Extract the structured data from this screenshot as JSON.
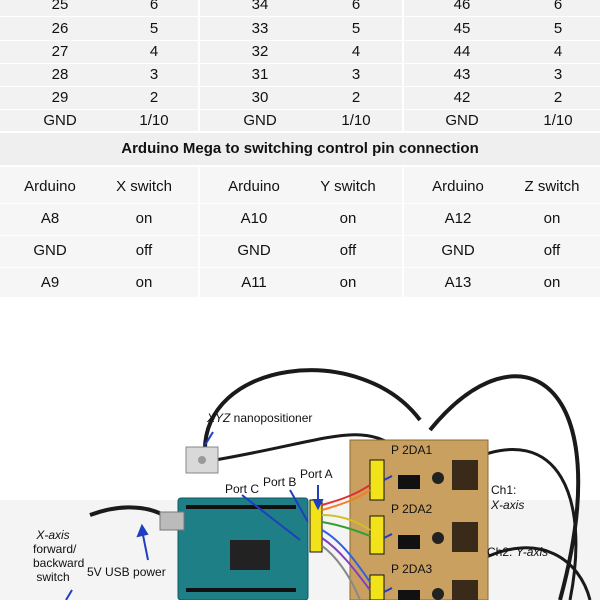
{
  "pin_table": {
    "rows": [
      [
        "25",
        "6",
        "34",
        "6",
        "46",
        "6"
      ],
      [
        "26",
        "5",
        "33",
        "5",
        "45",
        "5"
      ],
      [
        "27",
        "4",
        "32",
        "4",
        "44",
        "4"
      ],
      [
        "28",
        "3",
        "31",
        "3",
        "43",
        "3"
      ],
      [
        "29",
        "2",
        "30",
        "2",
        "42",
        "2"
      ],
      [
        "GND",
        "1/10",
        "GND",
        "1/10",
        "GND",
        "1/10"
      ]
    ]
  },
  "control_table": {
    "title": "Arduino Mega to switching control pin connection",
    "headers": [
      "Arduino",
      "X switch",
      "Arduino",
      "Y switch",
      "Arduino",
      "Z switch"
    ],
    "rows": [
      [
        "A8",
        "on",
        "A10",
        "on",
        "A12",
        "on"
      ],
      [
        "GND",
        "off",
        "GND",
        "off",
        "GND",
        "off"
      ],
      [
        "A9",
        "on",
        "A11",
        "on",
        "A13",
        "on"
      ]
    ]
  },
  "photo_labels": {
    "nanopositioner_italic": "XYZ",
    "nanopositioner_rest": " nanopositioner",
    "port_c": "Port C",
    "port_b": "Port B",
    "port_a": "Port A",
    "board_1": "P  2DA1",
    "board_2": "P  2DA2",
    "board_3": "P  2DA3",
    "ch1_line1": "Ch1:",
    "ch1_line2": "X-axis",
    "ch2_prefix": "Ch2: ",
    "ch2_axis": "Y-axis",
    "usb_power": "5V USB power",
    "x_switch_line1": "X-axis",
    "x_switch_line2": "forward/",
    "x_switch_line3": "backward",
    "x_switch_line4": "switch"
  },
  "colors": {
    "table_bg": "#f2f2f2",
    "arduino_board": "#1f7f86",
    "driver_board": "#c9a060",
    "connector_yellow": "#f2e21a",
    "callout_blue": "#1f3fbf"
  }
}
